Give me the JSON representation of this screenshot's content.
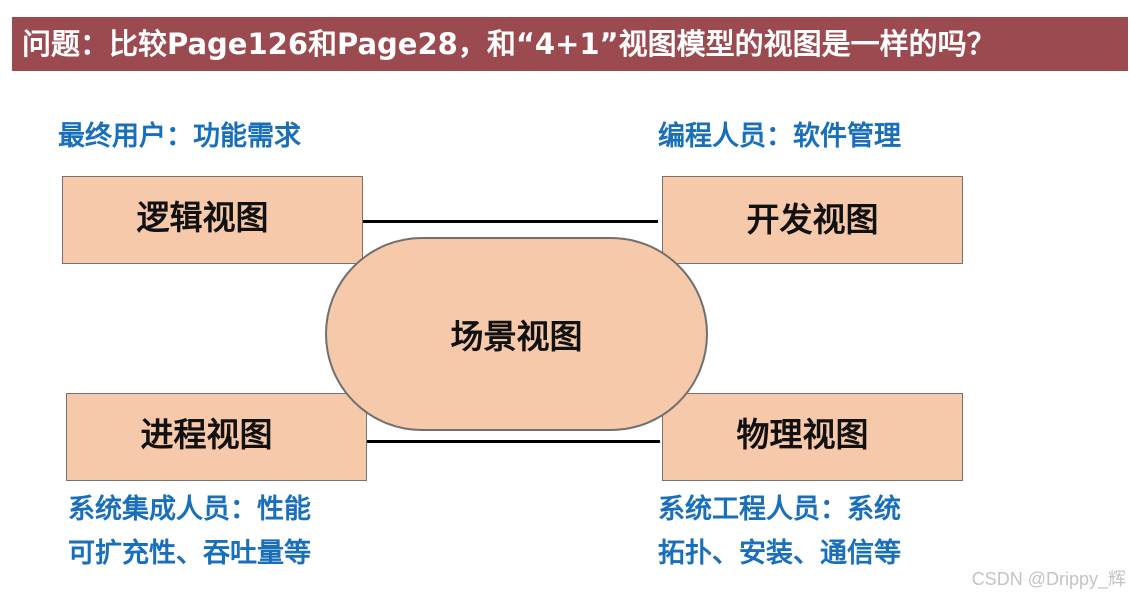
{
  "title": "问题：比较Page126和Page28，和“4+1”视图模型的视图是一样的吗？",
  "colors": {
    "title_bg": "#9b4a50",
    "box_fill": "#f6c9aa",
    "role_text": "#1a6fba",
    "box_text": "#111111"
  },
  "diagram": {
    "center": {
      "label": "场景视图"
    },
    "views": [
      {
        "id": "logical",
        "label": "逻辑视图",
        "role_lines": [
          "最终用户：功能需求"
        ]
      },
      {
        "id": "development",
        "label": "开发视图",
        "role_lines": [
          "编程人员：软件管理"
        ]
      },
      {
        "id": "process",
        "label": "进程视图",
        "role_lines": [
          "系统集成人员：性能",
          "可扩充性、吞吐量等"
        ]
      },
      {
        "id": "physical",
        "label": "物理视图",
        "role_lines": [
          "系统工程人员：系统",
          "拓扑、安装、通信等"
        ]
      }
    ]
  },
  "watermark": "CSDN @Drippy_辉"
}
